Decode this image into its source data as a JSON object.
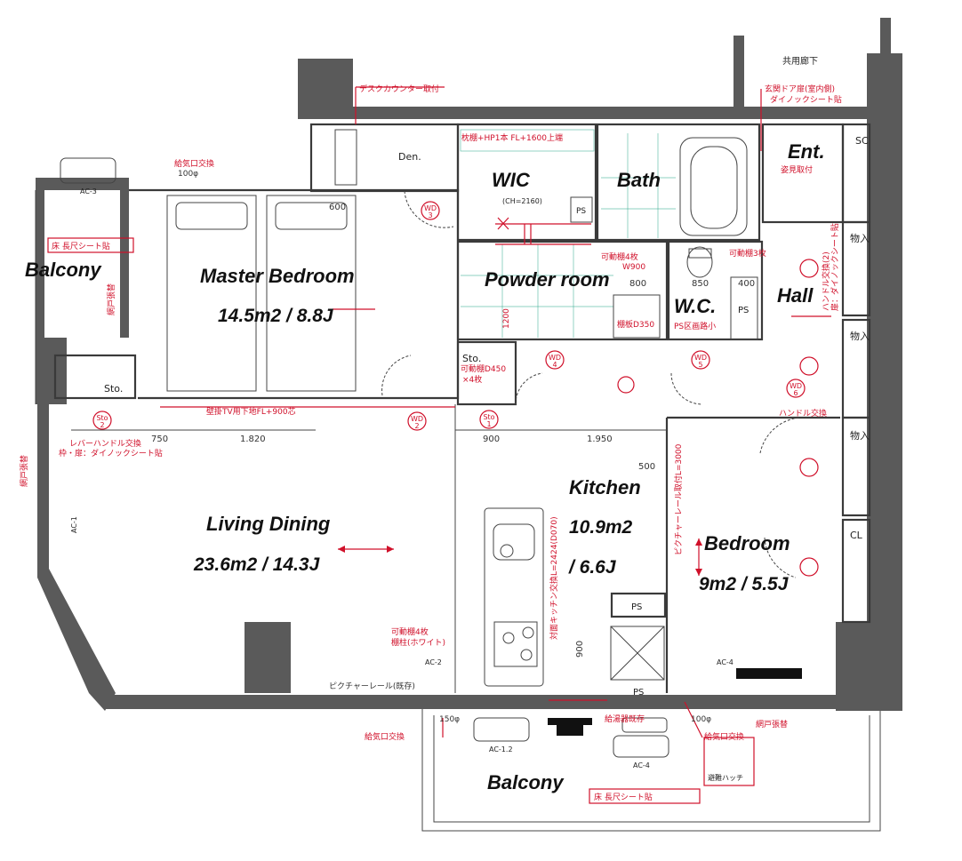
{
  "rooms": {
    "master_bedroom": {
      "name": "Master Bedroom",
      "area": "14.5m2 / 8.8J"
    },
    "living_dining": {
      "name": "Living Dining",
      "area": "23.6m2 / 14.3J"
    },
    "kitchen": {
      "name": "Kitchen",
      "area_line1": "10.9m2",
      "area_line2": "/ 6.6J"
    },
    "bedroom": {
      "name": "Bedroom",
      "area": "9m2 / 5.5J"
    },
    "wic": {
      "name": "WIC",
      "note": "(CH=2160)"
    },
    "bath": {
      "name": "Bath"
    },
    "powder_room": {
      "name": "Powder room"
    },
    "wc": {
      "name": "W.C."
    },
    "hall": {
      "name": "Hall"
    },
    "entrance": {
      "name": "Ent."
    },
    "balcony_west": {
      "name": "Balcony"
    },
    "balcony_south": {
      "name": "Balcony"
    },
    "den": {
      "name": "Den."
    }
  },
  "small_labels": {
    "sto_left": "Sto.",
    "sto_center": "Sto.",
    "sc": "SC",
    "cl": "CL",
    "closet1": "物入",
    "closet2": "物入",
    "closet3": "物入",
    "ps_bath": "PS",
    "ps_wc": "PS",
    "ps_kitchen": "PS",
    "ps_bottom": "PS",
    "corridor": "共用廊下",
    "ac3": "AC-3",
    "ac1": "AC-1",
    "ac2": "AC-2",
    "ac4": "AC-4",
    "ac12_out": "AC-1.2",
    "ac4_out": "AC-4"
  },
  "dimensions": {
    "d600": "600",
    "d750": "750",
    "d1820": "1.820",
    "d900a": "900",
    "d1950": "1.950",
    "d500": "500",
    "d850": "850",
    "d400": "400",
    "d800": "800",
    "d1200": "1200",
    "d900b": "900",
    "d100a": "100φ",
    "d150": "150φ",
    "d100b": "100φ"
  },
  "notes": {
    "desk_counter": "デスクカウンター取付",
    "supply_vent_top": "給気口交換",
    "balcony_sheet_west": "床 長尺シート貼",
    "net_door_west": "網戸張替",
    "shelf_pipe": "枕棚+HP1本 FL+1600上端",
    "movable_shelf_4": "可動棚4枚",
    "w900": "W900",
    "movable_shelf_3": "可動棚3枚",
    "ps_ceiling": "PS区画路小",
    "basin": "棚板D350",
    "sto_shelf": "可動棚D450",
    "sto_shelf_count": "×4枚",
    "tv_wall": "壁掛TV用下地FL+900芯",
    "lever_handle": "レバーハンドル交換",
    "dial_sheet": "枠・扉：ダイノックシート貼",
    "movable_shelf_living": "可動棚4枚",
    "shelf_pillar": "棚柱(ホワイト)",
    "picture_rail": "ピクチャーレール(既存)",
    "picture_rail_bedroom": "ピクチャーレール取付L=3000",
    "system_kitchen": "対面キッチン交換L=2424(D070)",
    "supply_vent_bottom_left": "給気口交換",
    "water_heater": "給湯器既存",
    "supply_vent_bottom_right": "給気口交換",
    "net_door_south": "網戸張替",
    "evac_hatch": "避難ハッチ",
    "balcony_sheet_south": "床 長尺シート貼",
    "entrance_door": "玄関ドア扉(室内側)",
    "entrance_door2": "ダイノックシート貼",
    "mirror": "姿見取付",
    "handle_change": "ハンドル交換",
    "net_door_left": "網戸張替",
    "lever_handle_hall": "ハンドル交換(2)",
    "dial_sheet_hall": "扉：ダイノックシート貼"
  },
  "door_tags": {
    "wd3": "WD\n3",
    "wd2": "WD\n2",
    "wd4": "WD\n4",
    "wd5": "WD\n5",
    "wd6": "WD\n6",
    "sto1": "Sto\n1",
    "sto2": "Sto\n2"
  },
  "colors": {
    "wall": "#5a5a5a",
    "annotation": "#d0102a",
    "tile_grid": "#2aa58a",
    "text": "#111111"
  }
}
